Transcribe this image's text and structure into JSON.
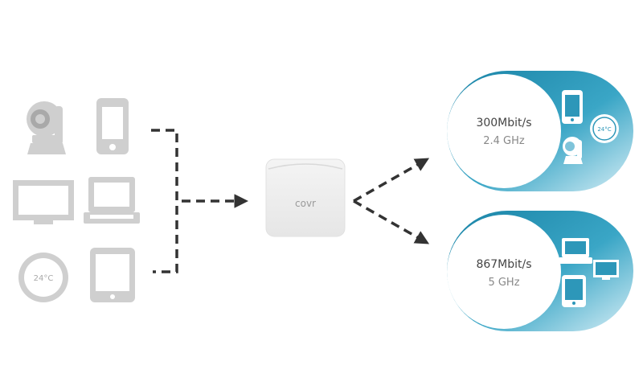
{
  "router": {
    "logo": "covr"
  },
  "devices": {
    "thermostat_left": {
      "temp": "24°C"
    },
    "thermostat_right": {
      "temp": "24°C"
    }
  },
  "bands": [
    {
      "speed": "300Mbit/s",
      "frequency": "2.4 GHz"
    },
    {
      "speed": "867Mbit/s",
      "frequency": "5 GHz"
    }
  ],
  "colors": {
    "device_gray": "#cfcfcf",
    "device_gray_dark": "#a9a9a9",
    "line_dark": "#333333",
    "band_deep": "#1a87a8",
    "band_light": "#cfe9f2",
    "icon_blue": "#2d97b9"
  }
}
